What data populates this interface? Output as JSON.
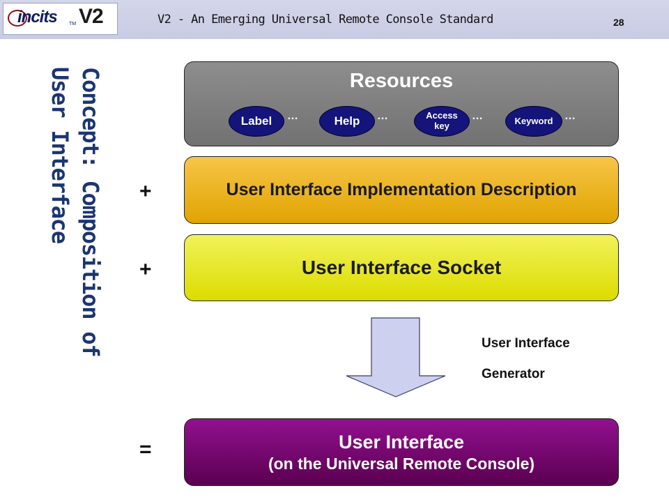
{
  "header": {
    "logo_text": "incits",
    "logo_tm": "TM",
    "logo_version": "V2",
    "title": "V2 - An Emerging Universal Remote Console Standard",
    "page_number": "28"
  },
  "sidebar_title": {
    "line1": "Concept: Composition of",
    "line2": "User Interface"
  },
  "resources": {
    "title": "Resources",
    "items": [
      "Label",
      "Help",
      "Access key",
      "Keyword"
    ],
    "ellipsis": "…"
  },
  "layers": {
    "implementation_description": "User Interface Implementation Description",
    "socket": "User Interface Socket",
    "result_line1": "User Interface",
    "result_line2": "(on the Universal Remote Console)"
  },
  "operators": {
    "plus1": "+",
    "plus2": "+",
    "equals": "="
  },
  "generator": {
    "line1": "User Interface",
    "line2": "Generator"
  },
  "colors": {
    "title_blue": "#1b3572",
    "pill_navy": "#14147a",
    "orange": "#e8ad1a",
    "yellow": "#e6e61a",
    "purple": "#7a0a74",
    "gray": "#808080",
    "arrow_fill": "#cdd0ee"
  }
}
